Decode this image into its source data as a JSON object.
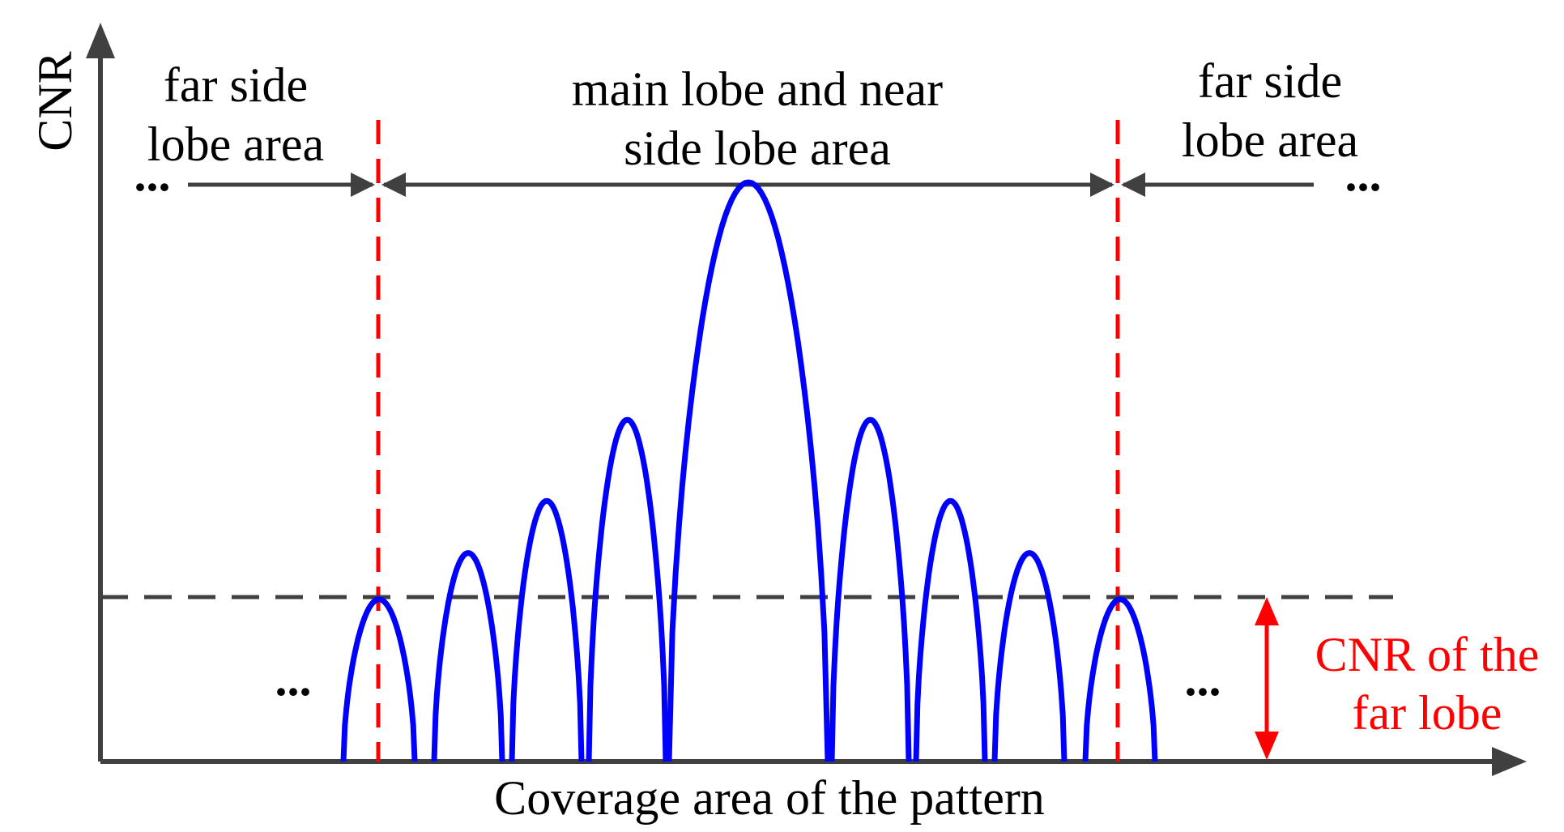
{
  "labels": {
    "y_axis": "CNR",
    "x_axis": "Coverage area of the pattern",
    "left_region_line1": "far side",
    "left_region_line2": "lobe area",
    "center_region_line1": "main lobe and near",
    "center_region_line2": "side lobe area",
    "right_region_line1": "far side",
    "right_region_line2": "lobe area",
    "threshold_line1": "CNR of the",
    "threshold_line2": "far lobe",
    "ellipsis": "..."
  },
  "colors": {
    "axis": "#404040",
    "pattern": "#0000ff",
    "boundary": "#ff0000",
    "threshold": "#404040",
    "annotation": "#ff0000"
  },
  "lobes": [
    {
      "name": "far-lobe-left",
      "height": 0.28
    },
    {
      "name": "side-lobe-4-left",
      "height": 0.36
    },
    {
      "name": "side-lobe-3-left",
      "height": 0.45
    },
    {
      "name": "side-lobe-2-left",
      "height": 0.59
    },
    {
      "name": "main-lobe",
      "height": 1.0
    },
    {
      "name": "side-lobe-2-right",
      "height": 0.59
    },
    {
      "name": "side-lobe-3-right",
      "height": 0.45
    },
    {
      "name": "side-lobe-4-right",
      "height": 0.36
    },
    {
      "name": "far-lobe-right",
      "height": 0.28
    }
  ],
  "threshold_level": 0.28
}
